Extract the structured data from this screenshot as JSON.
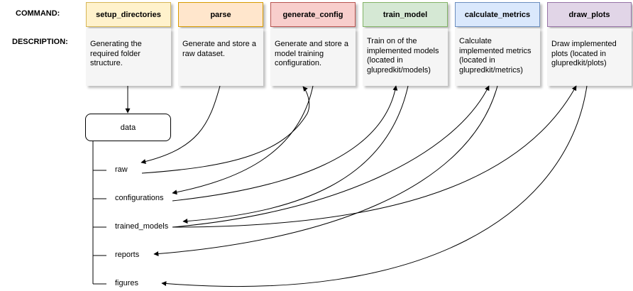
{
  "labels": {
    "command": "COMMAND:",
    "description": "DESCRIPTION:"
  },
  "commands": [
    {
      "name": "setup_directories",
      "description": "Generating the required folder structure.",
      "fill": "#fff2cc",
      "stroke": "#d6b656"
    },
    {
      "name": "parse",
      "description": "Generate and store a raw dataset.",
      "fill": "#ffe6cc",
      "stroke": "#d79b00"
    },
    {
      "name": "generate_config",
      "description": "Generate and store a model training configuration.",
      "fill": "#f8cecc",
      "stroke": "#b85450"
    },
    {
      "name": "train_model",
      "description": "Train on of the implemented models (located in glupredkit/models)",
      "fill": "#d5e8d4",
      "stroke": "#82b366"
    },
    {
      "name": "calculate_metrics",
      "description": "Calculate implemented metrics (located in glupredkit/metrics)",
      "fill": "#dae8fc",
      "stroke": "#6c8ebf"
    },
    {
      "name": "draw_plots",
      "description": "Draw implemented plots (located in glupredkit/plots)",
      "fill": "#e1d5e7",
      "stroke": "#9673a6"
    }
  ],
  "data_folder": "data",
  "subfolders": [
    "raw",
    "configurations",
    "trained_models",
    "reports",
    "figures"
  ]
}
